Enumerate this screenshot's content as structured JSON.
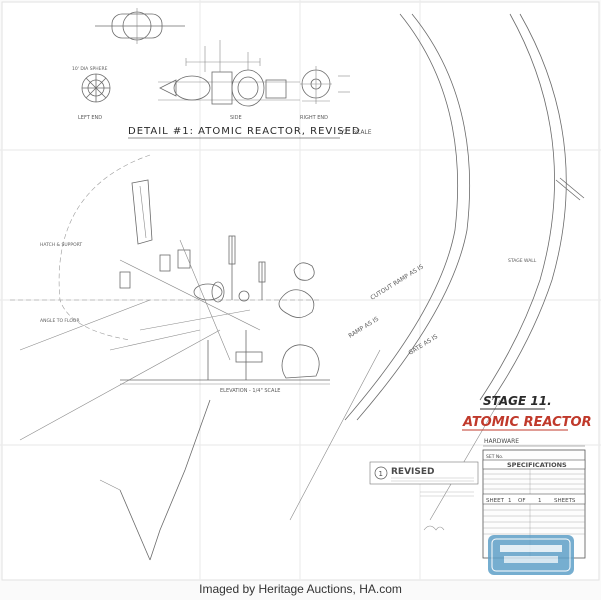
{
  "drawing": {
    "detail_title": "DETAIL #1: ATOMIC REACTOR, REVISED",
    "detail_scale": "1/2\" SCALE",
    "view_left": "LEFT END",
    "view_side": "SIDE",
    "view_right": "RIGHT END",
    "elevation_label": "ELEVATION - 1/4\" SCALE",
    "reactor_note": "10' DIA SPHERE",
    "cutout_note": "CUTOUT RAMP AS IS",
    "ramp_note": "RAMP AS IS",
    "gate_note": "GATE AS IS",
    "stage_wall_note": "STAGE WALL",
    "note_left_1": "HATCH & SUPPORT",
    "note_left_2": "ANGLE TO FLOOR"
  },
  "title_block": {
    "stage": "STAGE 11.",
    "project": "ATOMIC REACTOR",
    "hardware_label": "HARDWARE",
    "specifications_label": "SPECIFICATIONS",
    "sheet_label": "SHEET",
    "sheet_num": "1",
    "of_label": "OF",
    "sheet_total": "1",
    "sheets_label": "SHEETS",
    "revised_label": "REVISED",
    "revised_num": "1",
    "set_label": "SET No."
  },
  "credit": "Imaged by Heritage Auctions, HA.com",
  "colors": {
    "title_red": "#c0392b",
    "pencil": "#6b6b6b",
    "watermark": "#5fa0c8"
  }
}
